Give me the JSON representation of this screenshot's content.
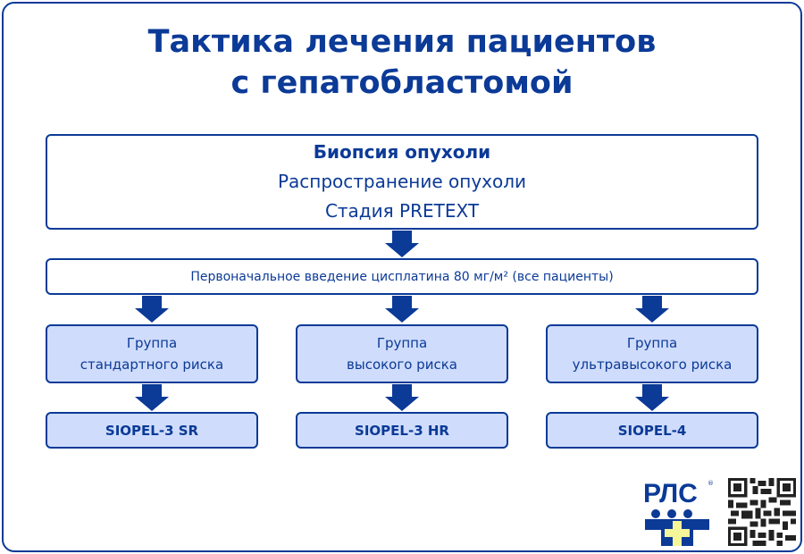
{
  "title": {
    "line1": "Тактика лечения пациентов",
    "line2": "с гепатобластомой"
  },
  "main_box": {
    "line1": "Биопсия опухоли",
    "line2": "Распространение опухоли",
    "line3": "Стадия PRETEXT"
  },
  "initial": "Первоначальное введение цисплатина 80 мг/м² (все пациенты)",
  "groups": [
    {
      "line1": "Группа",
      "line2": "стандартного риска",
      "result": "SIOPEL-3 SR"
    },
    {
      "line1": "Группа",
      "line2": "высокого риска",
      "result": "SIOPEL-3 HR"
    },
    {
      "line1": "Группа",
      "line2": "ультравысокого риска",
      "result": "SIOPEL-4"
    }
  ],
  "logo": {
    "text": "РЛС®"
  },
  "colors": {
    "primary": "#0b3a97",
    "fill": "#cfdcfb",
    "cross": "#f5f59a"
  }
}
